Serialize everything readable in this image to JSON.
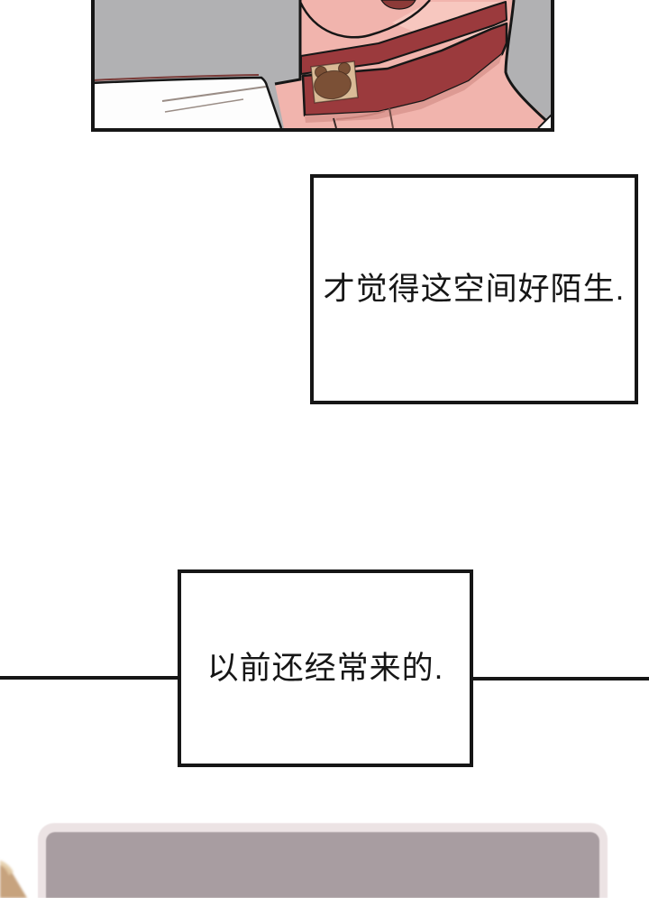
{
  "page": {
    "type": "comic-page",
    "background": "#ffffff"
  },
  "captions": [
    {
      "id": "caption-1",
      "text": "才觉得这空间好陌生."
    },
    {
      "id": "caption-2",
      "text": "以前还经常来的."
    }
  ],
  "art_panel": {
    "colors": {
      "background_gray": "#b1b1b3",
      "skin": "#f1b4ad",
      "skin_highlight": "#f8cac2",
      "skin_shadow": "#dd9a93",
      "collar_red": "#9b3a3d",
      "collar_patch_tan": "#dabb97",
      "bear_tag_brown": "#7b5036",
      "shirt_white": "#fdfdfd",
      "outline_black": "#161616",
      "hem_red": "#7a3b38"
    },
    "icons": {
      "bear_tag": "bear-head-silhouette"
    }
  },
  "bottom_panel": {
    "colors": {
      "surface_mauve": "#a89da1",
      "edge_light": "#ece3e4",
      "foreground_tan": "#c7a37e"
    }
  },
  "divider": {
    "color": "#161616"
  }
}
